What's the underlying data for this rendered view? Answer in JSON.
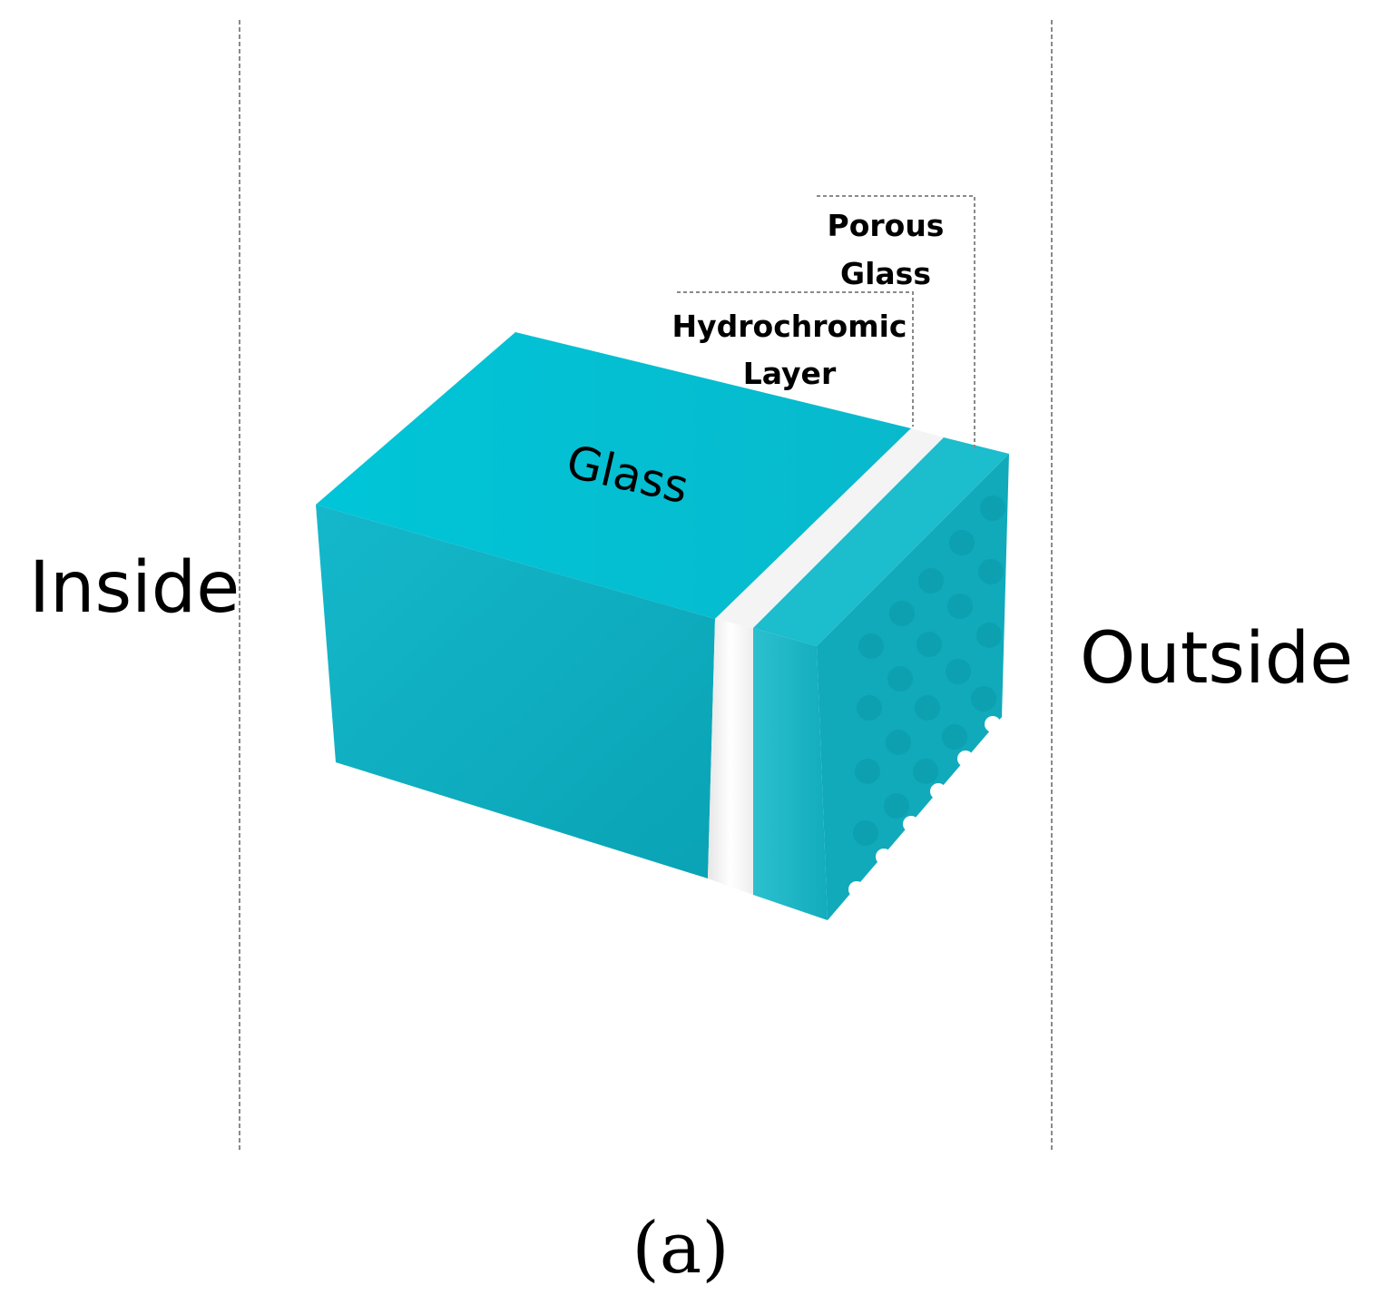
{
  "labels": {
    "inside": "Inside",
    "outside": "Outside",
    "glass": "Glass",
    "hydrochromic_line1": "Hydrochromic",
    "hydrochromic_line2": "Layer",
    "porous_line1": "Porous",
    "porous_line2": "Glass",
    "caption": "(a)"
  },
  "colors": {
    "glass_top": "#00c2d6",
    "glass_front": "#14b6c8",
    "glass_front_dark": "#0aa6b8",
    "hydrochromic_layer": "#ffffff",
    "porous_glass": "#1ab8c8",
    "pores": "#0c9fb0"
  }
}
